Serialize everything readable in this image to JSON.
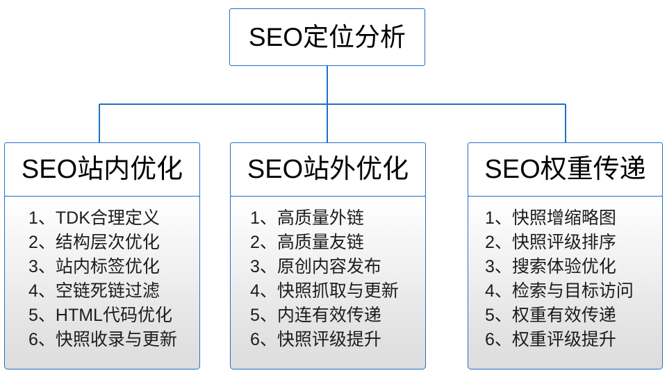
{
  "diagram": {
    "type": "org-tree",
    "accent_color": "#1f6fc4",
    "root": {
      "label": "SEO定位分析"
    },
    "branches": [
      {
        "header": "SEO站内优化",
        "items": [
          "1、TDK合理定义",
          "2、结构层次优化",
          "3、站内标签优化",
          "4、空链死链过滤",
          "5、HTML代码优化",
          "6、快照收录与更新"
        ]
      },
      {
        "header": "SEO站外优化",
        "items": [
          "1、高质量外链",
          "2、高质量友链",
          "3、原创内容发布",
          "4、快照抓取与更新",
          "5、内连有效传递",
          "6、快照评级提升"
        ]
      },
      {
        "header": "SEO权重传递",
        "items": [
          "1、快照增缩略图",
          "2、快照评级排序",
          "3、搜索体验优化",
          "4、检索与目标访问",
          "5、权重有效传递",
          "6、权重评级提升"
        ]
      }
    ]
  }
}
